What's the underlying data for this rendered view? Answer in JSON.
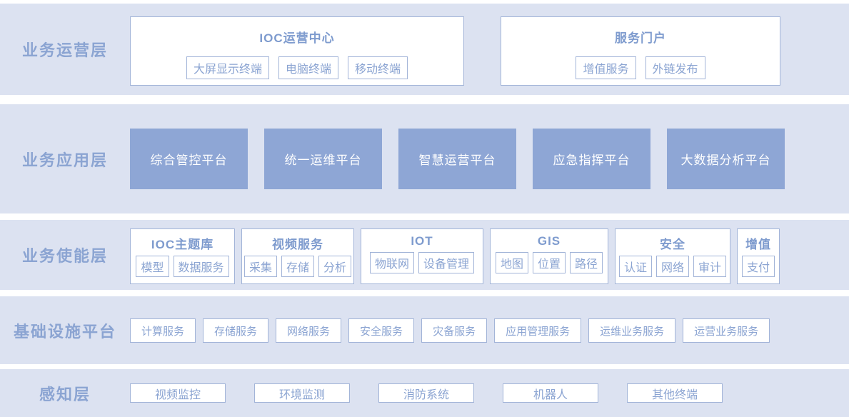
{
  "colors": {
    "band_background": "#dce2f1",
    "dark_box": "#8ea6d5",
    "box_border": "#a2b4d8",
    "layer_label_text": "#8ba4d2",
    "group_title_text": "#7e9bce",
    "dark_box_text": "#ffffff"
  },
  "layers": [
    {
      "label": "业务运营层",
      "groups": [
        {
          "title": "IOC运营中心",
          "items": [
            "大屏显示终端",
            "电脑终端",
            "移动终端"
          ]
        },
        {
          "title": "服务门户",
          "items": [
            "增值服务",
            "外链发布"
          ]
        }
      ]
    },
    {
      "label": "业务应用层",
      "platforms": [
        "综合管控平台",
        "统一运维平台",
        "智慧运营平台",
        "应急指挥平台",
        "大数据分析平台"
      ]
    },
    {
      "label": "业务使能层",
      "groups": [
        {
          "title": "IOC主题库",
          "items": [
            "模型",
            "数据服务"
          ]
        },
        {
          "title": "视频服务",
          "items": [
            "采集",
            "存储",
            "分析"
          ]
        },
        {
          "title": "IOT",
          "items": [
            "物联网",
            "设备管理"
          ]
        },
        {
          "title": "GIS",
          "items": [
            "地图",
            "位置",
            "路径"
          ]
        },
        {
          "title": "安全",
          "items": [
            "认证",
            "网络",
            "审计"
          ]
        },
        {
          "title": "增值",
          "items": [
            "支付"
          ]
        }
      ]
    },
    {
      "label": "基础设施平台",
      "services": [
        "计算服务",
        "存储服务",
        "网络服务",
        "安全服务",
        "灾备服务",
        "应用管理服务",
        "运维业务服务",
        "运营业务服务"
      ]
    },
    {
      "label": "感知层",
      "terminals": [
        "视频监控",
        "环境监测",
        "消防系统",
        "机器人",
        "其他终端"
      ]
    }
  ]
}
